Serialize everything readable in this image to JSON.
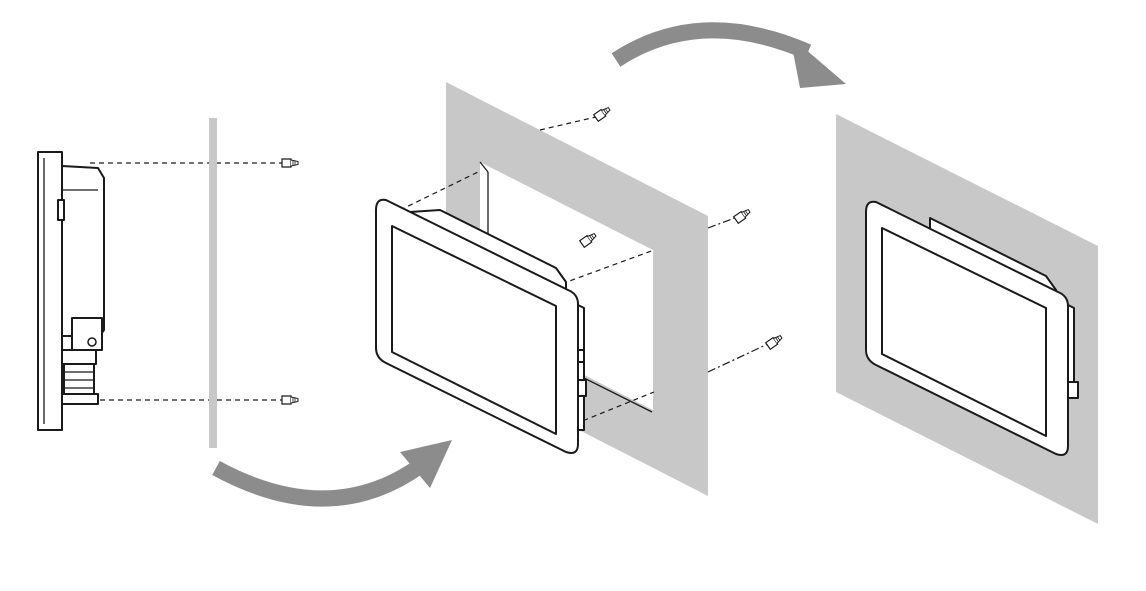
{
  "diagram": {
    "kind": "panel-mount installation steps",
    "steps": [
      "side-view-alignment",
      "insert-into-cutout",
      "mounted-result"
    ],
    "colors": {
      "panel": "#c8c8c8",
      "arrow": "#8c8c8c",
      "line": "#1a1a1a",
      "background": "#ffffff"
    },
    "icons": [
      "curved-arrow-icon",
      "screw-icon"
    ]
  }
}
